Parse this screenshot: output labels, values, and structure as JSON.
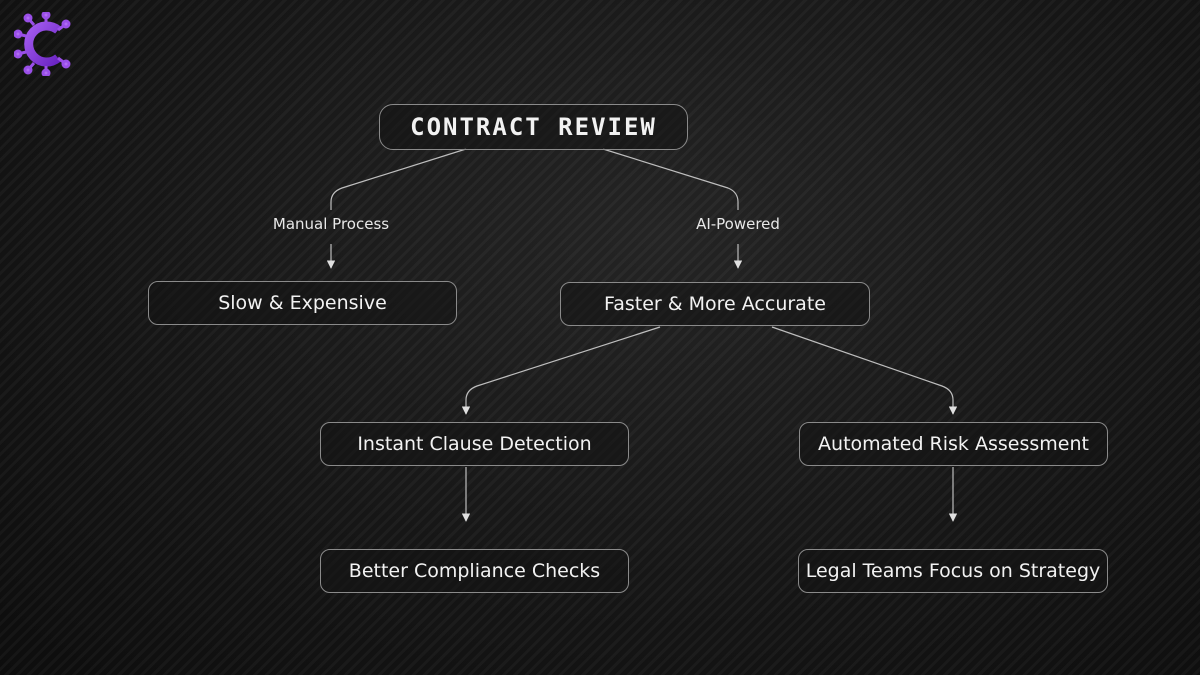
{
  "brand": {
    "logo_icon": "circuit-c-logo-icon",
    "accent": "#8b3fd9"
  },
  "diagram": {
    "root": "CONTRACT REVIEW",
    "edges": {
      "left": "Manual Process",
      "right": "AI-Powered"
    },
    "nodes": {
      "manual_result": "Slow & Expensive",
      "ai_result": "Faster & More Accurate",
      "clause_detection": "Instant Clause Detection",
      "risk_assessment": "Automated Risk Assessment",
      "compliance": "Better Compliance Checks",
      "strategy": "Legal Teams Focus on Strategy"
    }
  }
}
